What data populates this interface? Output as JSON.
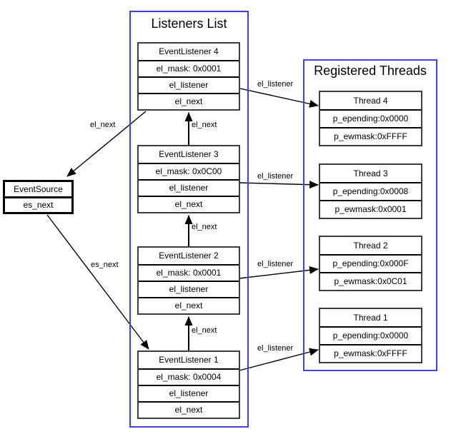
{
  "groups": {
    "listeners": {
      "title": "Listeners List"
    },
    "threads": {
      "title": "Registered Threads"
    }
  },
  "event_source": {
    "title": "EventSource",
    "next_field": "es_next"
  },
  "listeners": [
    {
      "title": "EventListener 4",
      "mask": "el_mask: 0x0001",
      "listener_field": "el_listener",
      "next_field": "el_next"
    },
    {
      "title": "EventListener 3",
      "mask": "el_mask: 0x0C00",
      "listener_field": "el_listener",
      "next_field": "el_next"
    },
    {
      "title": "EventListener 2",
      "mask": "el_mask: 0x0001",
      "listener_field": "el_listener",
      "next_field": "el_next"
    },
    {
      "title": "EventListener 1",
      "mask": "el_mask: 0x0004",
      "listener_field": "el_listener",
      "next_field": "el_next"
    }
  ],
  "threads": [
    {
      "title": "Thread 4",
      "epending": "p_epending:0x0000",
      "ewmask": "p_ewmask:0xFFFF"
    },
    {
      "title": "Thread 3",
      "epending": "p_epending:0x0008",
      "ewmask": "p_ewmask:0x0001"
    },
    {
      "title": "Thread 2",
      "epending": "p_epending:0x000F",
      "ewmask": "p_ewmask:0x0C01"
    },
    {
      "title": "Thread 1",
      "epending": "p_epending:0x0000",
      "ewmask": "p_ewmask:0xFFFF"
    }
  ],
  "edge_labels": {
    "el_next_4_to_source": "el_next",
    "es_next_to_listener_1": "es_next",
    "el_next_3_to_4": "el_next",
    "el_next_2_to_3": "el_next",
    "el_next_1_to_2": "el_next",
    "el_listener_4": "el_listener",
    "el_listener_3": "el_listener",
    "el_listener_2": "el_listener",
    "el_listener_1": "el_listener"
  },
  "colors": {
    "group_border": "#4343d9",
    "node_border": "#3c3c3c",
    "event_source_border": "#000000",
    "edge_line": "#000000",
    "background": "#ffffff"
  }
}
